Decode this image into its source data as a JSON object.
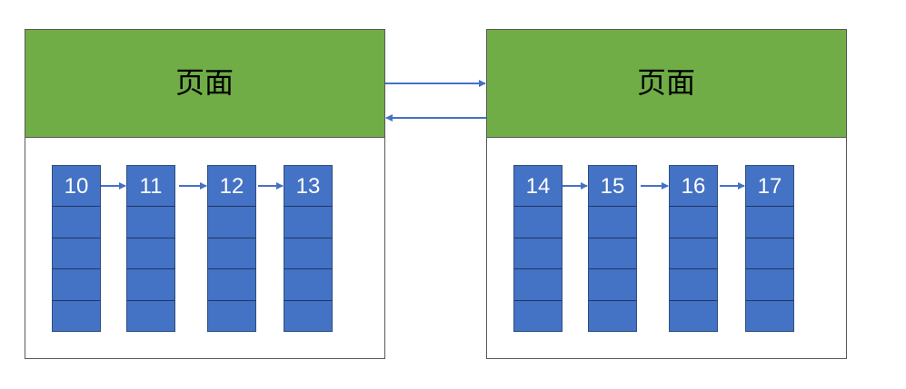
{
  "pages": [
    {
      "title": "页面",
      "records": [
        "10",
        "11",
        "12",
        "13"
      ]
    },
    {
      "title": "页面",
      "records": [
        "14",
        "15",
        "16",
        "17"
      ]
    }
  ],
  "colors": {
    "header_fill": "#70ad47",
    "record_fill": "#4472c4",
    "arrow": "#4472c4",
    "border": "#595959"
  }
}
